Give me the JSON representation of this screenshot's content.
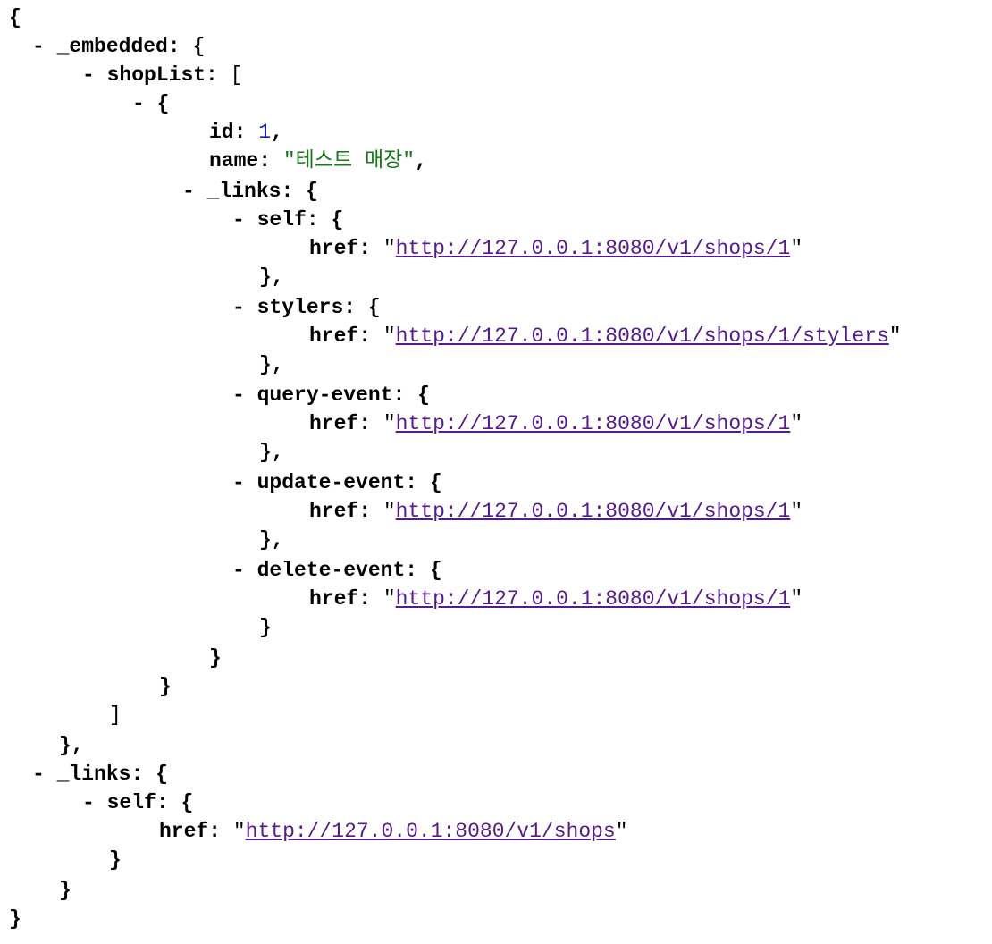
{
  "json_viewer": {
    "root_open": "{",
    "root_close": "}",
    "toggle": "-",
    "embedded": {
      "key": "_embedded",
      "shopList": {
        "key": "shopList",
        "item": {
          "id_key": "id",
          "id_value": "1",
          "name_key": "name",
          "name_value": "테스트 매장",
          "links_key": "_links",
          "links": [
            {
              "key": "self",
              "href_key": "href",
              "href": "http://127.0.0.1:8080/v1/shops/1"
            },
            {
              "key": "stylers",
              "href_key": "href",
              "href": "http://127.0.0.1:8080/v1/shops/1/stylers"
            },
            {
              "key": "query-event",
              "href_key": "href",
              "href": "http://127.0.0.1:8080/v1/shops/1"
            },
            {
              "key": "update-event",
              "href_key": "href",
              "href": "http://127.0.0.1:8080/v1/shops/1"
            },
            {
              "key": "delete-event",
              "href_key": "href",
              "href": "http://127.0.0.1:8080/v1/shops/1"
            }
          ]
        }
      }
    },
    "root_links": {
      "key": "_links",
      "self": {
        "key": "self",
        "href_key": "href",
        "href": "http://127.0.0.1:8080/v1/shops"
      }
    }
  },
  "colors": {
    "key": "#000000",
    "number": "#1a1aa6",
    "string": "#1a7a1a",
    "link": "#551a8b"
  }
}
